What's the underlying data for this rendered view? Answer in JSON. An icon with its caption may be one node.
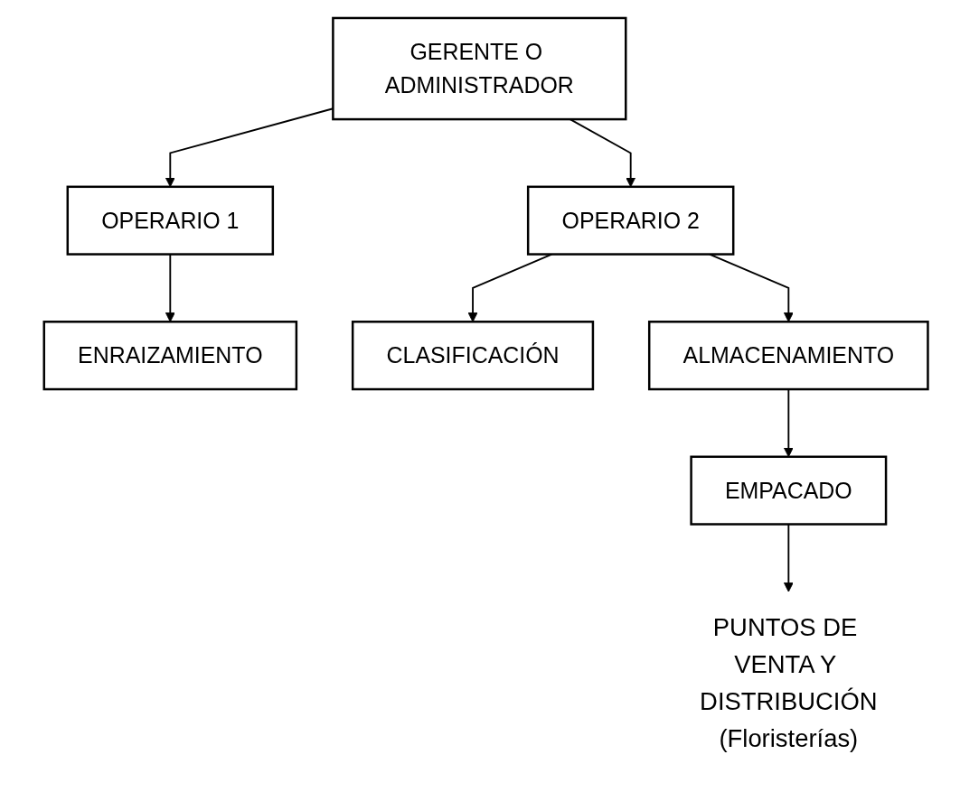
{
  "diagram": {
    "nodes": [
      {
        "text": [
          "GERENTE O ADMINISTRADOR"
        ]
      },
      {
        "text": [
          "OPERARIO 1"
        ]
      },
      {
        "text": [
          "OPERARIO 2"
        ]
      },
      {
        "text": [
          "ENRAIZAMIENTO"
        ]
      },
      {
        "text": [
          "CLASIFICACIÓN"
        ]
      },
      {
        "text": [
          "ALMACENAMIENTO"
        ]
      },
      {
        "text": [
          "PUNTOS DE VENTA Y DISTRIBUCIÓN",
          "(Floristerías)"
        ]
      },
      {
        "text": [
          "EMPACADO"
        ]
      }
    ],
    "edges": [
      {
        "from": 0,
        "to": 1,
        "arrow": "to"
      },
      {
        "from": 0,
        "to": 2,
        "arrow": "to"
      },
      {
        "from": 1,
        "to": 3,
        "arrow": "to"
      },
      {
        "from": 2,
        "to": 4,
        "arrow": "to"
      },
      {
        "from": 2,
        "to": 5,
        "arrow": "to"
      },
      {
        "from": 5,
        "to": 7,
        "arrow": "to"
      },
      {
        "from": 7,
        "to": 6,
        "arrow": "to"
      }
    ]
  }
}
